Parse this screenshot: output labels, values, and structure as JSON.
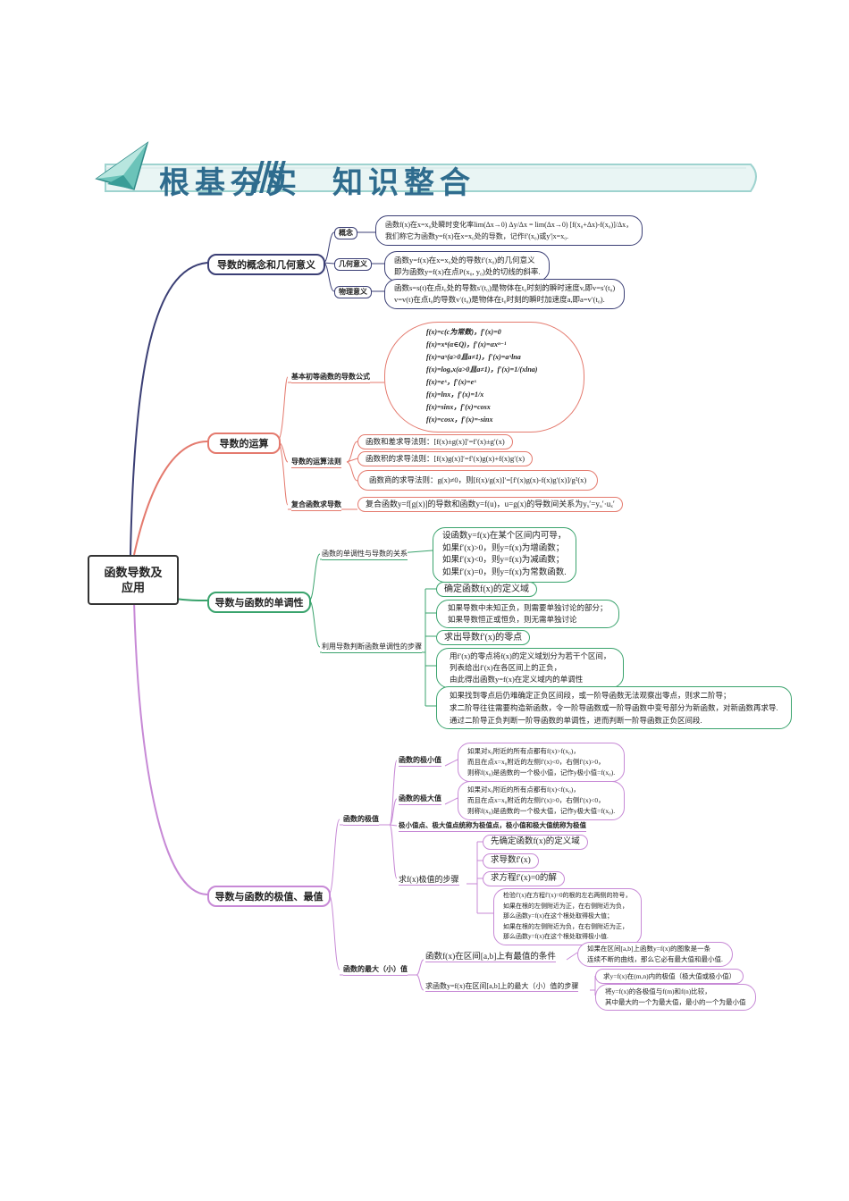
{
  "banner": {
    "left_text": "根基夯实",
    "right_text": "知识整合"
  },
  "root": {
    "line1": "函数导数及",
    "line2": "应用"
  },
  "b1": {
    "title": "导数的概念和几何意义",
    "s1": {
      "label": "概念",
      "lines": [
        "函数f(x)在x=x₀处瞬时变化率lim(Δx→0) Δy/Δx = lim(Δx→0) [f(x₀+Δx)-f(x₀)]/Δx，",
        "我们称它为函数y=f(x)在x=x₀处的导数，记作f′(x₀)或y′|x=x₀."
      ]
    },
    "s2": {
      "label": "几何意义",
      "lines": [
        "函数y=f(x)在x=x₀处的导数f′(x₀)的几何意义",
        "即为函数y=f(x)在点P(x₀, y₀)处的切线的斜率."
      ]
    },
    "s3": {
      "label": "物理意义",
      "lines": [
        "函数s=s(t)在点t₀处的导数s′(t₀)是物体在t₀时刻的瞬时速度v,即v=s′(t₀)",
        "v=v(t)在点t₀的导数v′(t₀)是物体在t₀时刻的瞬时加速度a,即a=v′(t₀)."
      ]
    }
  },
  "b2": {
    "title": "导数的运算",
    "s1": {
      "label": "基本初等函数的导数公式",
      "lines": [
        "f(x)=c(c为常数)，f′(x)=0",
        "f(x)=xⁿ(α∈Q)，f′(x)=αxⁿ⁻¹",
        "f(x)=aˣ(a>0且a≠1)，f′(x)=aˣlna",
        "f(x)=logₐx(a>0且a≠1)，f′(x)=1/(xlna)",
        "f(x)=eˣ，f′(x)=eˣ",
        "f(x)=lnx，f′(x)=1/x",
        "f(x)=sinx，f′(x)=cosx",
        "f(x)=cosx，f′(x)=-sinx"
      ]
    },
    "s2": {
      "label": "导数的运算法则",
      "items": [
        "函数和差求导法则：[f(x)±g(x)]′=f′(x)±g′(x)",
        "函数积的求导法则：[f(x)g(x)]′=f′(x)g(x)+f(x)g′(x)",
        "函数商的求导法则：g(x)≠0，则[f(x)/g(x)]′=[f′(x)g(x)-f(x)g′(x)]/g²(x)"
      ]
    },
    "s3": {
      "label": "复合函数求导数",
      "text": "复合函数y=f[g(x)]的导数和函数y=f(u)，u=g(x)的导数间关系为yₓ′=yᵤ′·uₓ′"
    }
  },
  "b3": {
    "title": "导数与函数的单调性",
    "s1": {
      "label": "函数的单调性与导数的关系",
      "lines": [
        "设函数y=f(x)在某个区间内可导，",
        "如果f′(x)>0，则y=f(x)为增函数；",
        "如果f′(x)<0，则y=f(x)为减函数；",
        "如果f′(x)=0，则y=f(x)为常数函数."
      ]
    },
    "s2": {
      "label": "利用导数判断函数单调性的步骤",
      "step1": "确定函数f(x)的定义域",
      "step1b": [
        "如果导数中未知正负，则需要单独讨论的部分；",
        "如果导数恒正或恒负，则无需单独讨论"
      ],
      "step2": "求出导数f′(x)的零点",
      "step3": [
        "用f′(x)的零点将f(x)的定义域划分为若干个区间，",
        "列表给出f′(x)在各区间上的正负，",
        "由此得出函数y=f(x)在定义域内的单调性"
      ],
      "step4": [
        "如果找到零点后仍难确定正负区间段，或一阶导函数无法观察出零点，则求二阶导；",
        "求二阶导往往需要构造新函数，令一阶导函数或一阶导函数中变号部分为新函数，对新函数再求导.",
        "通过二阶导正负判断一阶导函数的单调性，进而判断一阶导函数正负区间段."
      ]
    }
  },
  "b4": {
    "title": "导数与函数的极值、最值",
    "ext": {
      "label": "函数的极值",
      "min": {
        "label": "函数的极小值",
        "lines": [
          "如果对x₀附近的所有点都有f(x)>f(x₀)，",
          "而且在点x=x₀附近的左侧f′(x)<0，右侧f′(x)>0，",
          "则称f(x₀)是函数的一个极小值，记作y极小值=f(x₀)."
        ]
      },
      "max": {
        "label": "函数的极大值",
        "lines": [
          "如果对x₀附近的所有点都有f(x)<f(x₀)，",
          "而且在点x=x₀附近的左侧f′(x)>0，右侧f′(x)<0，",
          "则称f(x₀)是函数的一个极大值，记作y极大值=f(x₀)."
        ]
      },
      "note": "极小值点、极大值点统称为极值点，极小值和极大值统称为极值",
      "steps": {
        "label": "求f(x)极值的步骤",
        "a": "先确定函数f(x)的定义域",
        "b": "求导数f′(x)",
        "c": "求方程f′(x)=0的解",
        "d": [
          "检验f′(x)在方程f′(x)=0的根的左右两侧的符号，",
          "如果在根的左侧附近为正，在右侧附近为负，",
          "那么函数y=f(x)在这个根处取得极大值；",
          "如果在根的左侧附近为负，在右侧附近为正，",
          "那么函数y=f(x)在这个根处取得极小值."
        ]
      }
    },
    "mm": {
      "label": "函数的最大（小）值",
      "cond": {
        "label": "函数f(x)在区间[a,b]上有最值的条件",
        "lines": [
          "如果在区间[a,b]上函数y=f(x)的图象是一条",
          "连续不断的曲线，那么它必有最大值和最小值."
        ]
      },
      "steps": {
        "label": "求函数y=f(x)在区间[a,b]上的最大（小）值的步骤",
        "a": "求y=f(x)在(m,n)内的极值（极大值或极小值）",
        "b": [
          "将y=f(x)的各极值与f(m)和f(n)比较，",
          "其中最大的一个为最大值，最小的一个为最小值"
        ]
      }
    }
  },
  "colors": {
    "b1": "#3b3f75",
    "b2": "#e47a6e",
    "b3": "#3aa36d",
    "b4": "#c789d6",
    "banner": "#2f6c8e"
  }
}
